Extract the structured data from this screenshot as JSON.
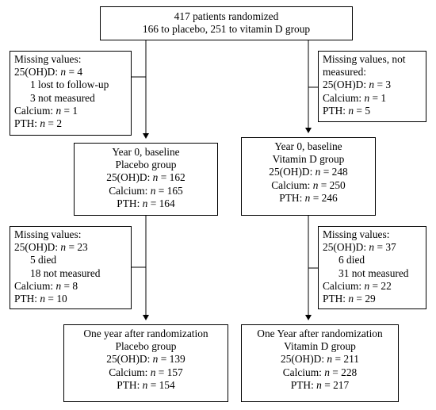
{
  "top_box": {
    "line1": "417 patients randomized",
    "line2": "166 to placebo,  251 to vitamin D group"
  },
  "missing_left_1": {
    "title": "Missing values:",
    "ohd_label": "25(OH)D: ",
    "ohd_value": "4",
    "sub1": "1 lost to follow-up",
    "sub2": "3 not measured",
    "calcium_label": "Calcium: ",
    "calcium_value": "1",
    "pth_label": "PTH: ",
    "pth_value": "2"
  },
  "missing_right_1": {
    "title1": "Missing values, not",
    "title2": "measured:",
    "ohd_label": "25(OH)D: ",
    "ohd_value": "3",
    "calcium_label": "Calcium: ",
    "calcium_value": "1",
    "pth_label": "PTH: ",
    "pth_value": "5"
  },
  "baseline_placebo": {
    "line1": "Year 0, baseline",
    "line2": "Placebo group",
    "ohd_label": "25(OH)D: ",
    "ohd_value": "162",
    "calcium_label": "Calcium: ",
    "calcium_value": "165",
    "pth_label": "PTH: ",
    "pth_value": "164"
  },
  "baseline_vitd": {
    "line1": "Year 0, baseline",
    "line2": "Vitamin D group",
    "ohd_label": "25(OH)D: ",
    "ohd_value": "248",
    "calcium_label": "Calcium: ",
    "calcium_value": "250",
    "pth_label": "PTH: ",
    "pth_value": "246"
  },
  "missing_left_2": {
    "title": "Missing values:",
    "ohd_label": "25(OH)D: ",
    "ohd_value": "23",
    "sub1": "5 died",
    "sub2": "18 not measured",
    "calcium_label": "Calcium: ",
    "calcium_value": "8",
    "pth_label": "PTH: ",
    "pth_value": "10"
  },
  "missing_right_2": {
    "title": "Missing values:",
    "ohd_label": "25(OH)D: ",
    "ohd_value": "37",
    "sub1": "6 died",
    "sub2": "31 not measured",
    "calcium_label": "Calcium: ",
    "calcium_value": "22",
    "pth_label": "PTH: ",
    "pth_value": "29"
  },
  "year1_placebo": {
    "line1": "One year after randomization",
    "line2": "Placebo group",
    "ohd_label": "25(OH)D: ",
    "ohd_value": "139",
    "calcium_label": "Calcium: ",
    "calcium_value": "157",
    "pth_label": "PTH: ",
    "pth_value": "154"
  },
  "year1_vitd": {
    "line1": "One Year after randomization",
    "line2": "Vitamin D group",
    "ohd_label": "25(OH)D: ",
    "ohd_value": "211",
    "calcium_label": "Calcium: ",
    "calcium_value": "228",
    "pth_label": "PTH: ",
    "pth_value": "217"
  },
  "n_symbol": "n",
  "eq": " = "
}
